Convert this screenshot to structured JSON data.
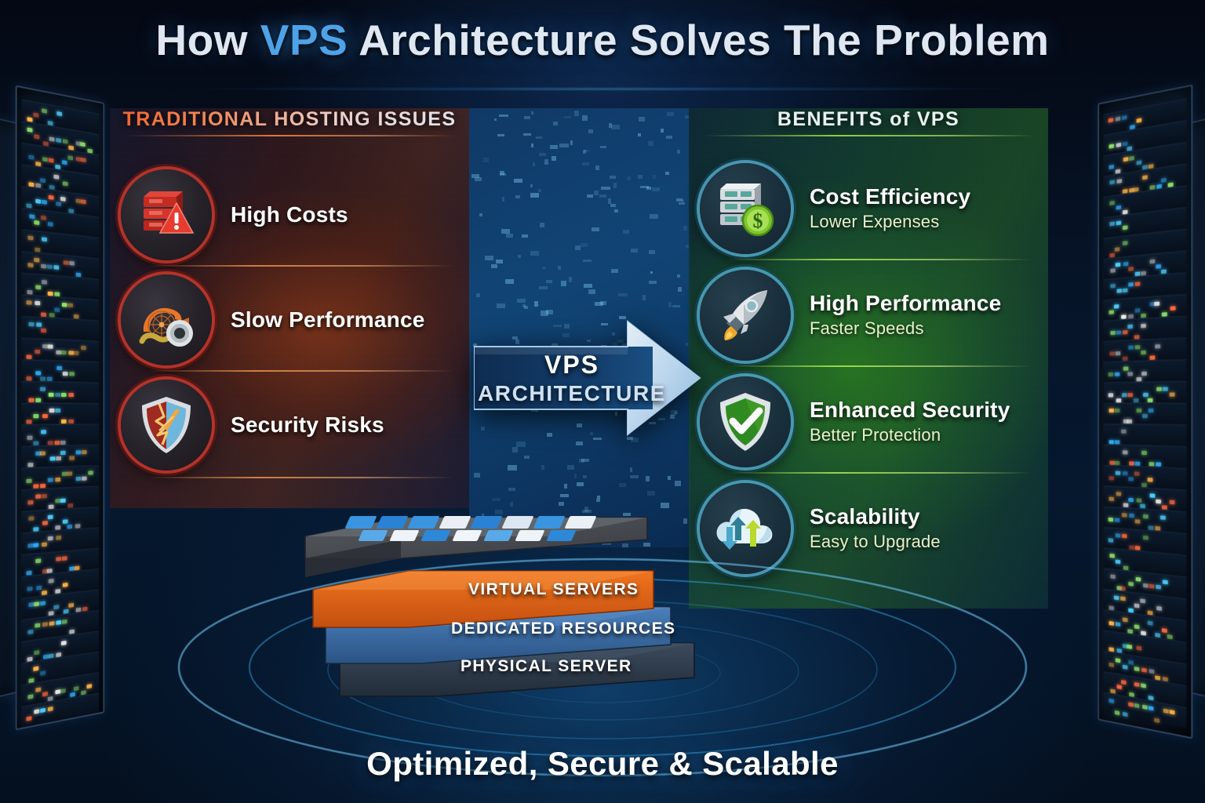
{
  "title": {
    "prefix": "How ",
    "highlight": "VPS",
    "suffix": " Architecture Solves The Problem"
  },
  "left_panel": {
    "heading": "TRADITIONAL HOSTING ISSUES",
    "accent": "#f2622a",
    "items": [
      {
        "label": "High Costs",
        "icon": "server-warning-icon"
      },
      {
        "label": "Slow Performance",
        "icon": "snail-turbine-icon"
      },
      {
        "label": "Security Risks",
        "icon": "cracked-shield-icon"
      }
    ]
  },
  "right_panel": {
    "heading": "BENEFITS of VPS",
    "accent": "#aee63f",
    "items": [
      {
        "label": "Cost Efficiency",
        "sub": "Lower Expenses",
        "icon": "server-dollar-icon"
      },
      {
        "label": "High Performance",
        "sub": "Faster Speeds",
        "icon": "rocket-icon"
      },
      {
        "label": "Enhanced Security",
        "sub": "Better Protection",
        "icon": "shield-check-icon"
      },
      {
        "label": "Scalability",
        "sub": "Easy to Upgrade",
        "icon": "cloud-arrows-icon"
      }
    ]
  },
  "center_arrow": {
    "line1": "VPS",
    "line2": "ARCHITECTURE"
  },
  "stack": {
    "layers": [
      {
        "label": "VIRTUAL SERVERS",
        "color": "#e2651c"
      },
      {
        "label": "DEDICATED RESOURCES",
        "color": "#3a6ea5"
      },
      {
        "label": "PHYSICAL SERVER",
        "color": "#2b3a4d"
      }
    ]
  },
  "tagline": "Optimized, Secure & Scalable"
}
